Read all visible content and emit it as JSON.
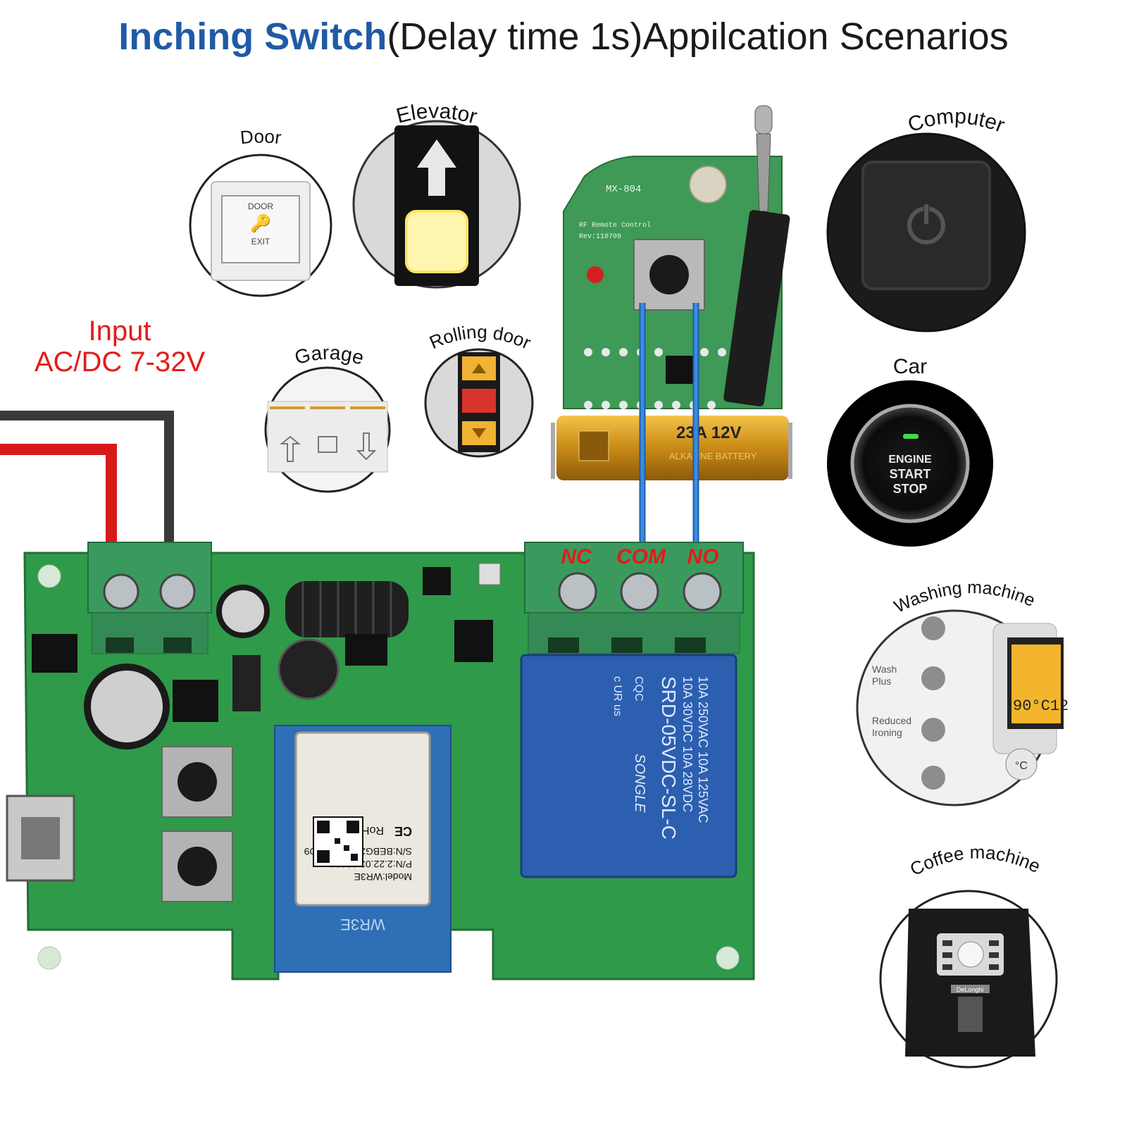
{
  "title": {
    "highlight": "Inching Switch",
    "rest": "(Delay time 1s)Appilcation Scenarios"
  },
  "input": {
    "line1": "Input",
    "line2": "AC/DC 7-32V"
  },
  "scenarios": {
    "door": {
      "label": "Door",
      "plate_top": "DOOR",
      "plate_bottom": "EXIT"
    },
    "elevator": {
      "label": "Elevator"
    },
    "garage": {
      "label": "Garage"
    },
    "rolling_door": {
      "label": "Rolling door"
    },
    "computer": {
      "label": "Computer"
    },
    "car": {
      "label": "Car",
      "button_line1": "ENGINE",
      "button_line2": "START",
      "button_line3": "STOP"
    },
    "washing_machine": {
      "label": "Washing machine",
      "opt1": "Wash",
      "opt2": "Plus",
      "opt3": "Reduced",
      "opt4": "Ironing",
      "display": "90°C12",
      "temp_button": "°C"
    },
    "coffee_machine": {
      "label": "Coffee machine",
      "brand": "DeLonghi"
    }
  },
  "remote": {
    "model": "MX-804",
    "line1": "RF  Remote Control",
    "line2": "Rev:110709",
    "battery": "23A 12V",
    "battery_brand": "ALKALINE BATTERY"
  },
  "terminals": {
    "nc": "NC",
    "com": "COM",
    "no": "NO"
  },
  "module": {
    "model": "Model:WR3E",
    "pn": "P/N:2.22.03.02194",
    "sn": "S/N:BEBG29HBQ000D9",
    "rohs": "RoHS",
    "ce": "CE",
    "board_text": "WR3E"
  },
  "relay": {
    "line1": "10A 250VAC  10A 125VAC",
    "line2": "10A  30VDC  10A  28VDC",
    "model": "SRD-05VDC-SL-C",
    "brand": "SONGLE",
    "cqc": "CQC",
    "us": "c UR us"
  },
  "colors": {
    "title_blue": "#1f5aa6",
    "red": "#e31b1b",
    "pcb_green": "#2f9a4a",
    "terminal_green": "#3a9a5e",
    "relay_blue": "#2c5fb0",
    "wire_blue": "#2a7ad0"
  }
}
